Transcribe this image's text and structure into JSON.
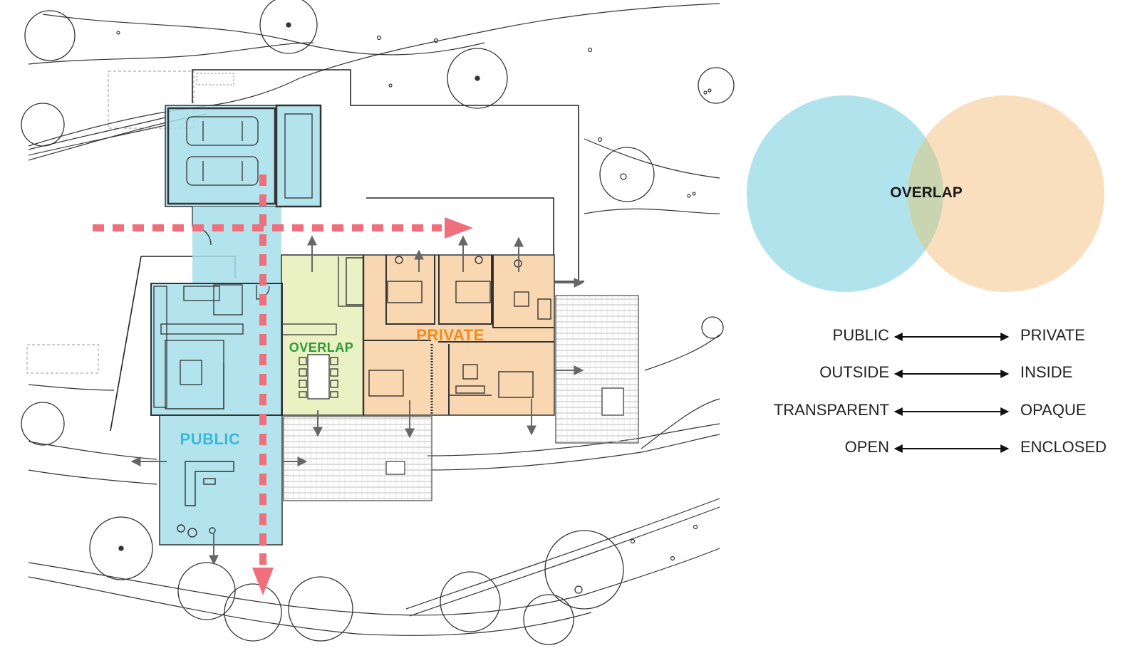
{
  "plan": {
    "zones": {
      "public": {
        "label": "PUBLIC",
        "color": "#3bb8d8"
      },
      "overlap": {
        "label": "OVERLAP",
        "color": "#2e9a3c"
      },
      "private": {
        "label": "PRIVATE",
        "color": "#f08a1e"
      }
    },
    "colors": {
      "public_fill": "#a6dfea",
      "overlap_fill": "#e8f0bd",
      "private_fill": "#f7d3a8",
      "circulation_arrow": "#ef6f7c"
    }
  },
  "venn": {
    "center_label": "OVERLAP",
    "left_color": "#a9e0ea",
    "right_color": "#f9dcb8"
  },
  "spectrum": [
    {
      "left": "PUBLIC",
      "right": "PRIVATE"
    },
    {
      "left": "OUTSIDE",
      "right": "INSIDE"
    },
    {
      "left": "TRANSPARENT",
      "right": "OPAQUE"
    },
    {
      "left": "OPEN",
      "right": "ENCLOSED"
    }
  ]
}
